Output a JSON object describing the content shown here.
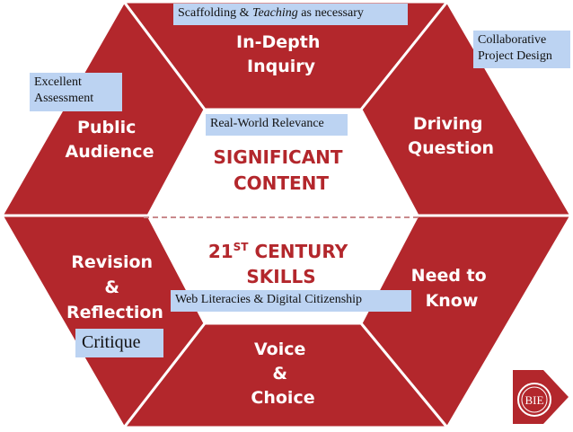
{
  "segments": {
    "top": [
      "In-Depth",
      "Inquiry"
    ],
    "upper_right": [
      "Driving",
      "Question"
    ],
    "lower_right": [
      "Need to",
      "Know"
    ],
    "bottom": [
      "Voice",
      "&",
      "Choice"
    ],
    "lower_left": [
      "Revision",
      "&",
      "Reflection"
    ],
    "upper_left": [
      "Public",
      "Audience"
    ]
  },
  "center": {
    "upper": [
      "SIGNIFICANT",
      "CONTENT"
    ],
    "lower_line1": "21",
    "lower_sup": "ST",
    "lower_line1_rest": " CENTURY",
    "lower_line2": "SKILLS"
  },
  "annotations": {
    "scaffolding_pre": "Scaffolding & ",
    "scaffolding_em": "Teaching",
    "scaffolding_post": " as necessary",
    "collaborative": [
      "Collaborative",
      "Project Design"
    ],
    "assessment": [
      "Excellent",
      "Assessment"
    ],
    "relevance": "Real-World Relevance",
    "web_literacies": "Web Literacies & Digital Citizenship",
    "critique": "Critique"
  },
  "logo": {
    "text": "BIE"
  },
  "colors": {
    "hex_red": "#b3272c",
    "segment_border": "#ffffff",
    "note_bg": "#bcd3f2"
  }
}
